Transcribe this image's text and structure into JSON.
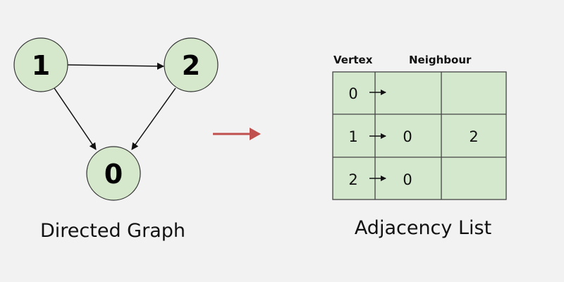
{
  "graph": {
    "title": "Directed Graph",
    "nodes": [
      {
        "id": "1",
        "label": "1"
      },
      {
        "id": "2",
        "label": "2"
      },
      {
        "id": "0",
        "label": "0"
      }
    ],
    "edges": [
      {
        "from": "1",
        "to": "2"
      },
      {
        "from": "1",
        "to": "0"
      },
      {
        "from": "2",
        "to": "0"
      }
    ],
    "node_fill": "#d5e8cc",
    "arrow_color": "#c0504d"
  },
  "adjacency": {
    "title": "Adjacency List",
    "vertex_header": "Vertex",
    "neighbour_header": "Neighbour",
    "rows": [
      {
        "vertex": "0",
        "neighbours": [
          "",
          ""
        ]
      },
      {
        "vertex": "1",
        "neighbours": [
          "0",
          "2"
        ]
      },
      {
        "vertex": "2",
        "neighbours": [
          "0",
          ""
        ]
      }
    ],
    "fill": "#d3e8cc"
  }
}
